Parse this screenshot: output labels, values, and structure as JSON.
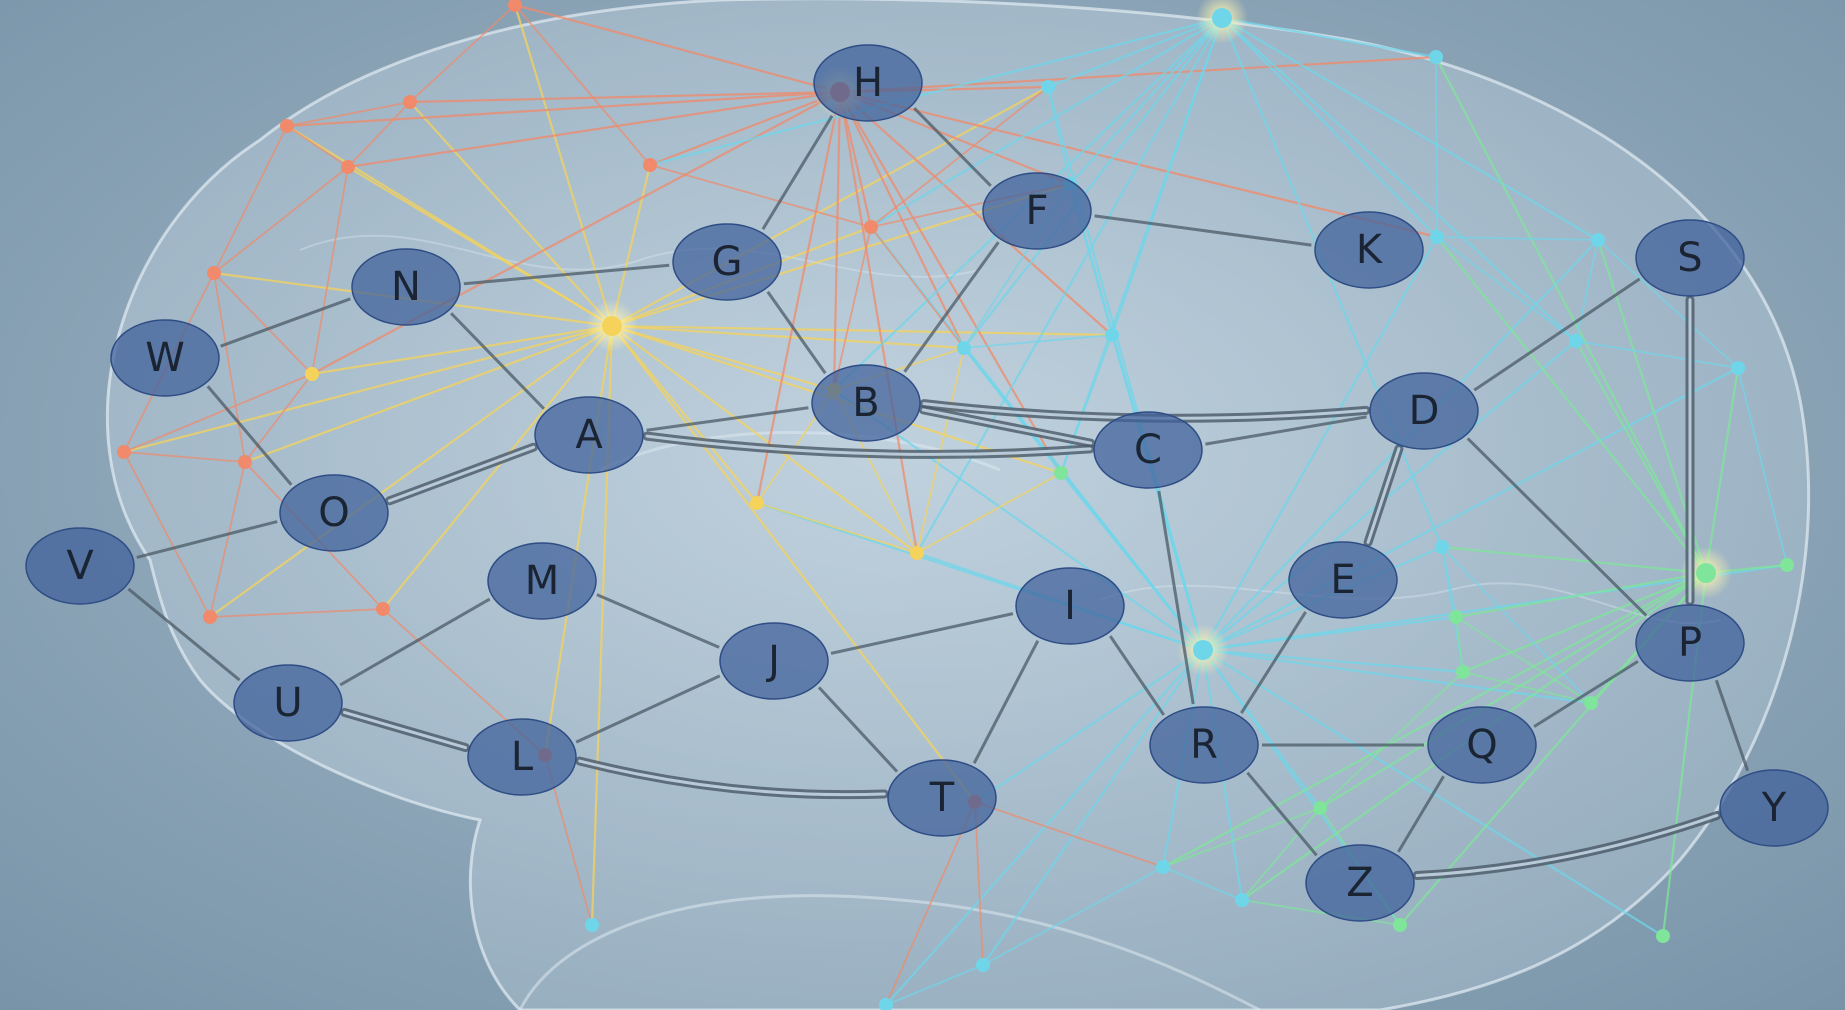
{
  "diagram": {
    "nodes": [
      {
        "id": "H",
        "label": "H"
      },
      {
        "id": "F",
        "label": "F"
      },
      {
        "id": "G",
        "label": "G"
      },
      {
        "id": "K",
        "label": "K"
      },
      {
        "id": "S",
        "label": "S"
      },
      {
        "id": "N",
        "label": "N"
      },
      {
        "id": "W",
        "label": "W"
      },
      {
        "id": "B",
        "label": "B"
      },
      {
        "id": "D",
        "label": "D"
      },
      {
        "id": "A",
        "label": "A"
      },
      {
        "id": "C",
        "label": "C"
      },
      {
        "id": "O",
        "label": "O"
      },
      {
        "id": "V",
        "label": "V"
      },
      {
        "id": "M",
        "label": "M"
      },
      {
        "id": "E",
        "label": "E"
      },
      {
        "id": "I",
        "label": "I"
      },
      {
        "id": "J",
        "label": "J"
      },
      {
        "id": "P",
        "label": "P"
      },
      {
        "id": "U",
        "label": "U"
      },
      {
        "id": "L",
        "label": "L"
      },
      {
        "id": "R",
        "label": "R"
      },
      {
        "id": "Q",
        "label": "Q"
      },
      {
        "id": "T",
        "label": "T"
      },
      {
        "id": "Y",
        "label": "Y"
      },
      {
        "id": "Z",
        "label": "Z"
      }
    ],
    "edges": [
      {
        "from": "H",
        "to": "G",
        "style": "single"
      },
      {
        "from": "H",
        "to": "F",
        "style": "single"
      },
      {
        "from": "F",
        "to": "K",
        "style": "single"
      },
      {
        "from": "F",
        "to": "B",
        "style": "single"
      },
      {
        "from": "G",
        "to": "N",
        "style": "single"
      },
      {
        "from": "G",
        "to": "B",
        "style": "single"
      },
      {
        "from": "N",
        "to": "W",
        "style": "single"
      },
      {
        "from": "N",
        "to": "A",
        "style": "single"
      },
      {
        "from": "W",
        "to": "O",
        "style": "single"
      },
      {
        "from": "S",
        "to": "D",
        "style": "single"
      },
      {
        "from": "S",
        "to": "P",
        "style": "double"
      },
      {
        "from": "B",
        "to": "A",
        "style": "single"
      },
      {
        "from": "B",
        "to": "C",
        "style": "double"
      },
      {
        "from": "B",
        "to": "D",
        "style": "double"
      },
      {
        "from": "A",
        "to": "C",
        "style": "double"
      },
      {
        "from": "A",
        "to": "O",
        "style": "double"
      },
      {
        "from": "C",
        "to": "D",
        "style": "single"
      },
      {
        "from": "C",
        "to": "R",
        "style": "single"
      },
      {
        "from": "D",
        "to": "E",
        "style": "double"
      },
      {
        "from": "D",
        "to": "P",
        "style": "single"
      },
      {
        "from": "O",
        "to": "V",
        "style": "single"
      },
      {
        "from": "V",
        "to": "U",
        "style": "single"
      },
      {
        "from": "M",
        "to": "U",
        "style": "single"
      },
      {
        "from": "M",
        "to": "J",
        "style": "single"
      },
      {
        "from": "U",
        "to": "L",
        "style": "double"
      },
      {
        "from": "L",
        "to": "J",
        "style": "single"
      },
      {
        "from": "L",
        "to": "T",
        "style": "double"
      },
      {
        "from": "J",
        "to": "I",
        "style": "single"
      },
      {
        "from": "J",
        "to": "T",
        "style": "single"
      },
      {
        "from": "I",
        "to": "T",
        "style": "single"
      },
      {
        "from": "I",
        "to": "R",
        "style": "single"
      },
      {
        "from": "E",
        "to": "R",
        "style": "single"
      },
      {
        "from": "R",
        "to": "Q",
        "style": "single"
      },
      {
        "from": "R",
        "to": "Z",
        "style": "single"
      },
      {
        "from": "Q",
        "to": "P",
        "style": "single"
      },
      {
        "from": "Q",
        "to": "Z",
        "style": "single"
      },
      {
        "from": "P",
        "to": "Y",
        "style": "single"
      },
      {
        "from": "Z",
        "to": "Y",
        "style": "double"
      }
    ]
  },
  "colors": {
    "background": "#7f9bb0",
    "node_fill": "#3e5f9a",
    "edge": "#4b5966",
    "network_warm": "#f08a6a",
    "network_yellow": "#f5d35a",
    "network_cyan": "#6fd6ea",
    "network_green": "#7fe59a"
  }
}
